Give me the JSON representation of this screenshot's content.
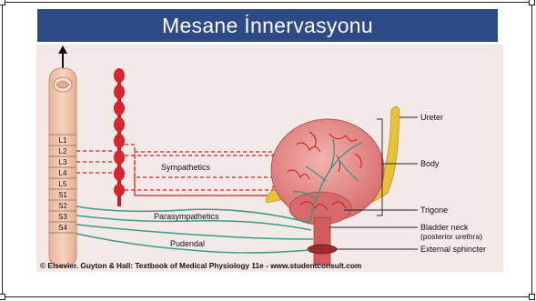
{
  "slide": {
    "title": "Mesane İnnervasyonu"
  },
  "diagram": {
    "segments": [
      "L1",
      "L2",
      "L3",
      "L4",
      "L5",
      "S1",
      "S2",
      "S3",
      "S4"
    ],
    "nerves": {
      "sympathetics": "Sympathetics",
      "parasympathetics": "Parasympathetics",
      "pudendal": "Pudendal"
    },
    "anatomy": {
      "ureter": "Ureter",
      "body": "Body",
      "trigone": "Trigone",
      "bladder_neck_1": "Bladder neck",
      "bladder_neck_2": "(posterior urethra)",
      "external_sphincter": "External sphincter"
    },
    "credit": "© Elsevier. Guyton & Hall: Textbook of Medical Physiology 11e - www.studentconsult.com"
  },
  "colors": {
    "title_bar": "#2e4a86",
    "figure_bg": "#f3e8e4",
    "spinal_cord": "#f2c3a8",
    "sympathetic_chain": "#d9232e",
    "bladder": "#e48986",
    "nerve_parasympathetic": "#3d9a8a",
    "ureter": "#e8c23a"
  }
}
